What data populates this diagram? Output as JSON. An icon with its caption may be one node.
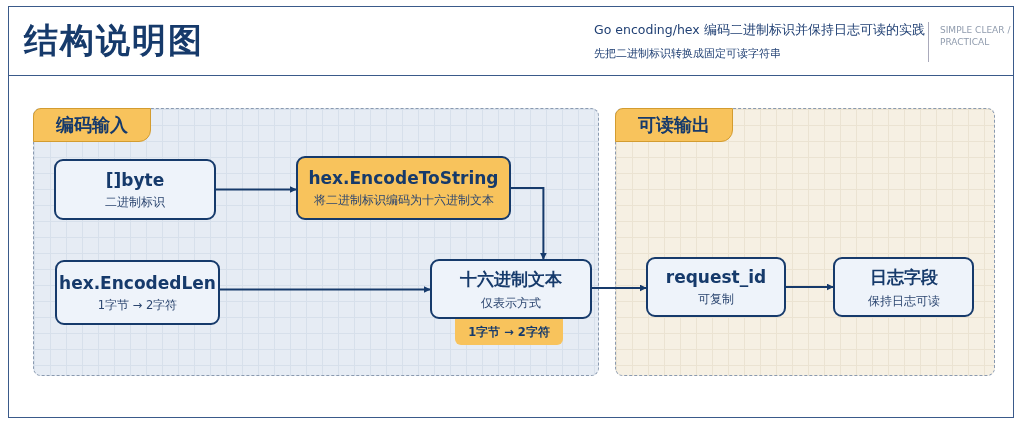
{
  "diagram": {
    "title": "结构说明图",
    "nodes": [
      {
        "text": [
          "编码输入"
        ]
      },
      {
        "text": [
          "[]byte",
          "二进制标识"
        ],
        "in": 0
      },
      {
        "text": [
          "hex.EncodeToString",
          "将二进制标识编码为十六进制文本"
        ],
        "in": 0
      },
      {
        "text": [
          "hex.EncodedLen",
          "1字节 → 2字符"
        ],
        "in": 0
      },
      {
        "text": [
          "十六进制文本",
          "仅表示方式"
        ],
        "in": 0,
        "beside": [
          "1字节 → 2字符"
        ]
      },
      {
        "text": [
          "可读输出"
        ]
      },
      {
        "text": [
          "request_id",
          "可复制"
        ],
        "in": 5
      },
      {
        "text": [
          "日志字段",
          "保持日志可读"
        ],
        "in": 5
      }
    ],
    "edges": [
      {
        "from": 1,
        "to": 2,
        "arrow": "to"
      },
      {
        "from": 2,
        "to": 4,
        "arrow": "to"
      },
      {
        "from": 3,
        "to": 4,
        "arrow": "to"
      },
      {
        "from": 4,
        "to": 6,
        "arrow": "to"
      },
      {
        "from": 6,
        "to": 7,
        "arrow": "to"
      }
    ],
    "labels": [
      "Go encoding/hex 编码二进制标识并保持日志可读的实践",
      "先把二进制标识转换成固定可读字符串",
      "SIMPLE CLEAR / PRACTICAL"
    ]
  }
}
